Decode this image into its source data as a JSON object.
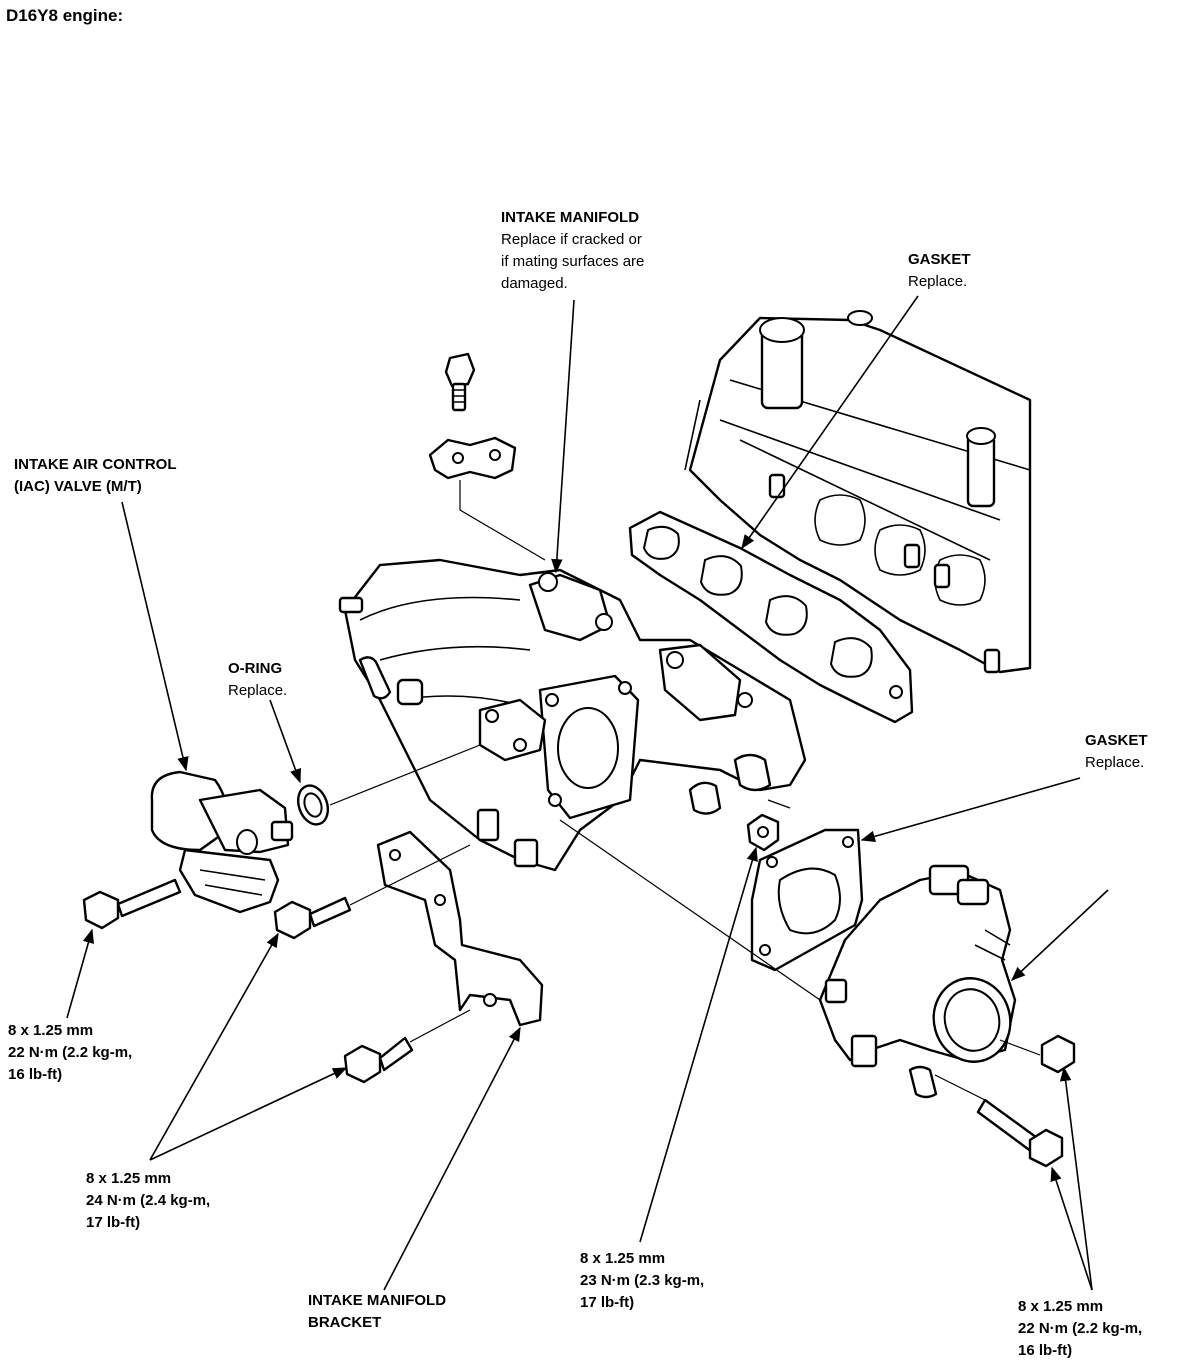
{
  "header": {
    "engine": "D16Y8 engine:"
  },
  "labels": {
    "intake_manifold": {
      "title": "INTAKE MANIFOLD",
      "note1": "Replace if cracked or",
      "note2": "if mating surfaces are",
      "note3": "damaged."
    },
    "gasket_head": {
      "title": "GASKET",
      "note": "Replace."
    },
    "iac_valve": {
      "line1": "INTAKE AIR CONTROL",
      "line2": "(IAC) VALVE (M/T)"
    },
    "o_ring": {
      "title": "O-RING",
      "note": "Replace."
    },
    "gasket_throttle": {
      "title": "GASKET",
      "note": "Replace."
    },
    "torque_iac": {
      "size": "8 x 1.25 mm",
      "line1": "22 N·m (2.2 kg-m,",
      "line2": "16 lb-ft)"
    },
    "torque_bracket": {
      "size": "8 x 1.25 mm",
      "line1": "24 N·m (2.4 kg-m,",
      "line2": "17 lb-ft)"
    },
    "bracket": {
      "line1": "INTAKE MANIFOLD",
      "line2": "BRACKET"
    },
    "torque_nut": {
      "size": "8 x 1.25 mm",
      "line1": "23 N·m (2.3 kg-m,",
      "line2": "17 lb-ft)"
    },
    "torque_throttle": {
      "size": "8 x 1.25 mm",
      "line1": "22 N·m (2.2 kg-m,",
      "line2": "16 lb-ft)"
    }
  }
}
